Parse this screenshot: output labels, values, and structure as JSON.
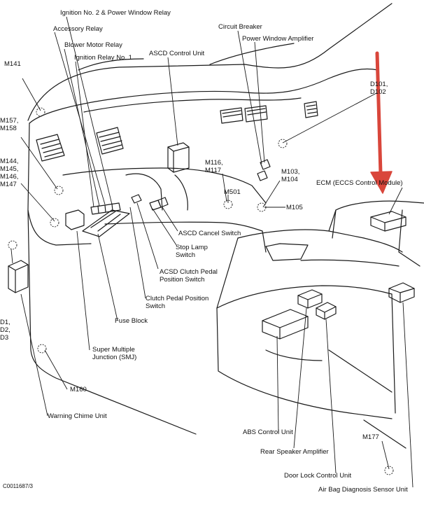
{
  "labels": {
    "ign2_relay": "Ignition No. 2 & Power Window Relay",
    "accessory_relay": "Accessory Relay",
    "blower_relay": "Blower Motor Relay",
    "ign1_relay": "Ignition Relay No. 1",
    "ascd_control": "ASCD Control Unit",
    "circuit_breaker": "Circuit Breaker",
    "power_window_amp": "Power Window Amplifier",
    "m141": "M141",
    "d01_d02": "D101,\nD102",
    "m157_m158": "M157,\nM158",
    "m144_m147": "M144,\nM145,\nM146,\nM147",
    "m116_m117": "M116,\nM117",
    "m501": "M501",
    "m103_m104": "M103,\nM104",
    "m105": "M105",
    "ecm": "ECM (ECCS Control Module)",
    "ascd_cancel": "ASCD Cancel Switch",
    "stop_lamp": "Stop Lamp\nSwitch",
    "acsd_clutch": "ACSD Clutch Pedal\nPosition Switch",
    "clutch_pedal": "Clutch Pedal Position\nSwitch",
    "fuse_block": "Fuse Block",
    "d1_d3": "D1,\nD2,\nD3",
    "smj": "Super Multiple\nJunction (SMJ)",
    "m160": "M160",
    "warning_chime": "Warning Chime Unit",
    "abs_control": "ABS Control Unit",
    "rear_speaker_amp": "Rear Speaker Amplifier",
    "m177": "M177",
    "door_lock": "Door Lock Control Unit",
    "airbag_diag": "Air Bag Diagnosis Sensor Unit",
    "figure_code": "C0011687/3"
  },
  "colors": {
    "line": "#1a1a1a",
    "arrow": "#d9463b"
  }
}
